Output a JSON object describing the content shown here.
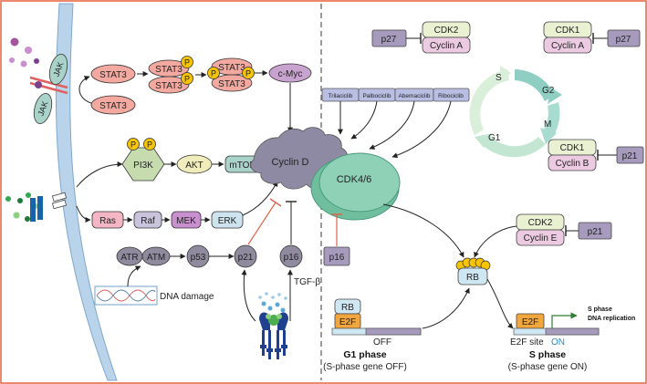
{
  "colors": {
    "border": "#e8603c",
    "membrane": "#b9d4ea",
    "stat": "#f4a9a0",
    "phospho": "#f6c400",
    "cmyc": "#c9a3cf",
    "pi3k": "#c6dcae",
    "akt": "#f1ecbc",
    "mtor": "#a9d2c9",
    "ras": "#f4b6c4",
    "raf": "#c9c3dc",
    "mek": "#c98fcf",
    "erk": "#cde4ef",
    "node_dark": "#8f8a9e",
    "cyclin_d": "#8f8aa4",
    "cdk46": "#8fd1b6",
    "drug": "#b9bfe3",
    "cdk_green": "#e9f1d2",
    "cyclin_pink": "#eccbe2",
    "p_box": "#a79bbd",
    "rb": "#cfe7f2",
    "e2f": "#f1a63e",
    "cycle": "#a9dcd1",
    "inhibit": "#e0604a"
  },
  "left": {
    "jak_top": "JAK",
    "jak_bottom": "JAK",
    "stat3": "STAT3",
    "stat3_lower": "STAT3",
    "phospho": "P",
    "cmyc": "c-Myc",
    "pi3k": "PI3K",
    "akt": "AKT",
    "mtor": "mTOR",
    "ras": "Ras",
    "raf": "Raf",
    "mek": "MEK",
    "erk": "ERK",
    "atr": "ATR",
    "atm": "ATM",
    "p53": "p53",
    "p21": "p21",
    "p16": "p16",
    "tgfb": "TGF-β",
    "dna_damage": "DNA damage"
  },
  "center": {
    "cyclin_d": "Cyclin D",
    "cdk46": "CDK4/6",
    "p16": "p16",
    "drugs": [
      "Trilaciclib",
      "Palbociclib",
      "Abemaciclib",
      "Ribociclib"
    ]
  },
  "right": {
    "p27_a": "p27",
    "cdk2_a": "CDK2",
    "cyclin_a_1": "Cyclin A",
    "cdk1_a": "CDK1",
    "cyclin_a_2": "Cyclin A",
    "p27_b": "p27",
    "phases": {
      "s": "S",
      "g2": "G2",
      "m": "M",
      "g1": "G1"
    },
    "cdk1_b": "CDK1",
    "cyclin_b": "Cyclin B",
    "p21_b": "p21",
    "cdk2_e": "CDK2",
    "cyclin_e": "Cyclin E",
    "p21_e": "p21",
    "rb_center": "RB",
    "rb_g1": "RB",
    "e2f_g1": "E2F",
    "off": "OFF",
    "g1_title": "G1 phase",
    "g1_sub": "(S-phase gene OFF)",
    "e2f_s": "E2F",
    "e2f_site": "E2F site",
    "on": "ON",
    "s_phase_line1": "S phase",
    "s_phase_line2": "DNA replication",
    "s_title": "S phase",
    "s_sub": "(S-phase gene ON)"
  }
}
